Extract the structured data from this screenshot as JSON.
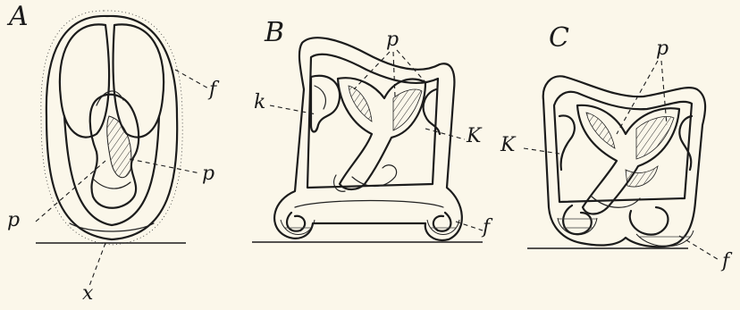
{
  "figure": {
    "panels": [
      {
        "id": "A",
        "label": "A",
        "parts": {
          "f": "f",
          "p_left": "p",
          "p_right": "p",
          "x": "x"
        }
      },
      {
        "id": "B",
        "label": "B",
        "parts": {
          "p": "p",
          "k_left": "k",
          "k_right": "K",
          "f": "f"
        }
      },
      {
        "id": "C",
        "label": "C",
        "parts": {
          "p": "p",
          "k": "K",
          "f": "f"
        }
      }
    ]
  }
}
